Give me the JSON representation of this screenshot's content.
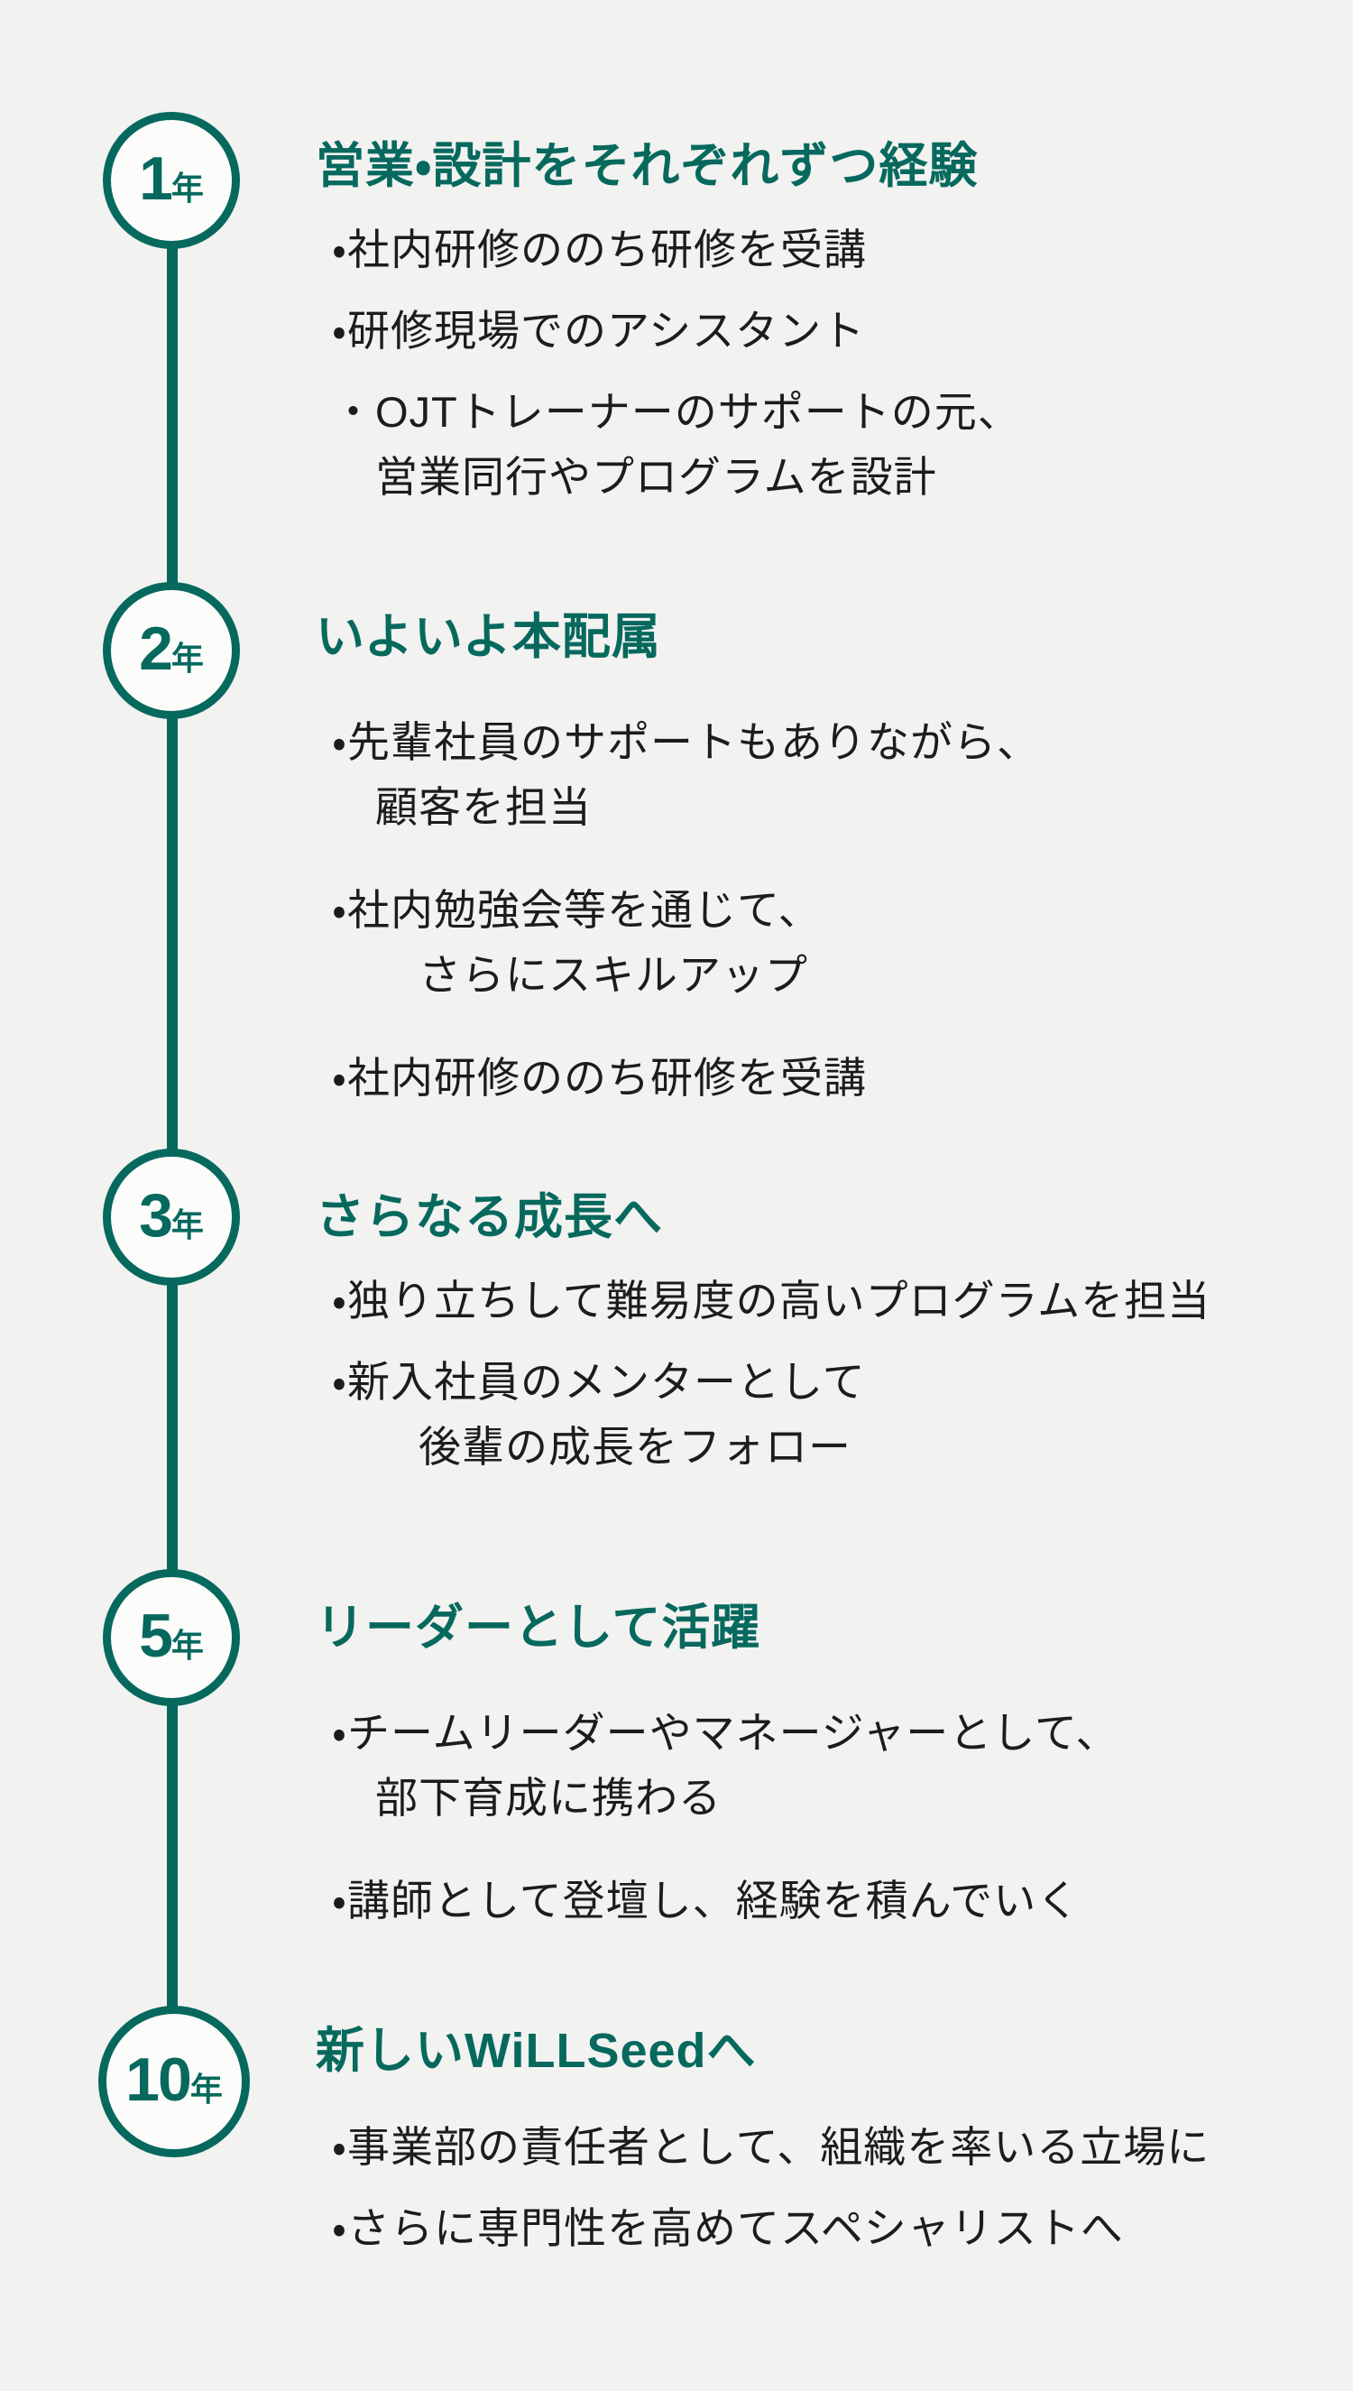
{
  "colors": {
    "background": "#f2f2f0",
    "accent_teal": "#07695e",
    "body_text": "#1c1c1c",
    "badge_fill": "#fcfcfb"
  },
  "timeline": {
    "sections": [
      {
        "year_value": "1",
        "year_unit": "年",
        "title": "営業・設計をそれぞれずつ経験",
        "bullets": [
          {
            "lines": [
              {
                "text": "・社内研修ののち研修を受講",
                "indent": 0
              }
            ]
          },
          {
            "lines": [
              {
                "text": "・研修現場でのアシスタント",
                "indent": 0
              }
            ]
          },
          {
            "lines": [
              {
                "text": "・OJTトレーナーのサポートの元、",
                "indent": 0
              },
              {
                "text": "営業同行やプログラムを設計",
                "indent": 1
              }
            ]
          }
        ]
      },
      {
        "year_value": "2",
        "year_unit": "年",
        "title": "いよいよ本配属",
        "bullets": [
          {
            "lines": [
              {
                "text": "・先輩社員のサポートもありながら、",
                "indent": 0
              },
              {
                "text": "顧客を担当",
                "indent": 1
              }
            ]
          },
          {
            "lines": [
              {
                "text": "・社内勉強会等を通じて、",
                "indent": 0
              },
              {
                "text": "さらにスキルアップ",
                "indent": 2
              }
            ]
          },
          {
            "lines": [
              {
                "text": "・社内研修ののち研修を受講",
                "indent": 0
              }
            ]
          }
        ]
      },
      {
        "year_value": "3",
        "year_unit": "年",
        "title": "さらなる成長へ",
        "bullets": [
          {
            "lines": [
              {
                "text": "・独り立ちして難易度の高いプログラムを担当",
                "indent": 0
              }
            ]
          },
          {
            "lines": [
              {
                "text": "・新入社員のメンターとして",
                "indent": 0
              },
              {
                "text": "後輩の成長をフォロー",
                "indent": 2
              }
            ]
          }
        ]
      },
      {
        "year_value": "5",
        "year_unit": "年",
        "title": "リーダーとして活躍",
        "bullets": [
          {
            "lines": [
              {
                "text": "・チームリーダーやマネージャーとして、",
                "indent": 0
              },
              {
                "text": "部下育成に携わる",
                "indent": 1
              }
            ]
          },
          {
            "lines": [
              {
                "text": "・講師として登壇し、経験を積んでいく",
                "indent": 0
              }
            ]
          }
        ]
      },
      {
        "year_value": "10",
        "year_unit": "年",
        "title": "新しいWiLLSeedへ",
        "bullets": [
          {
            "lines": [
              {
                "text": "・事業部の責任者として、組織を率いる立場に",
                "indent": 0
              }
            ]
          },
          {
            "lines": [
              {
                "text": "・さらに専門性を高めてスペシャリストへ",
                "indent": 0
              }
            ]
          }
        ]
      }
    ]
  }
}
